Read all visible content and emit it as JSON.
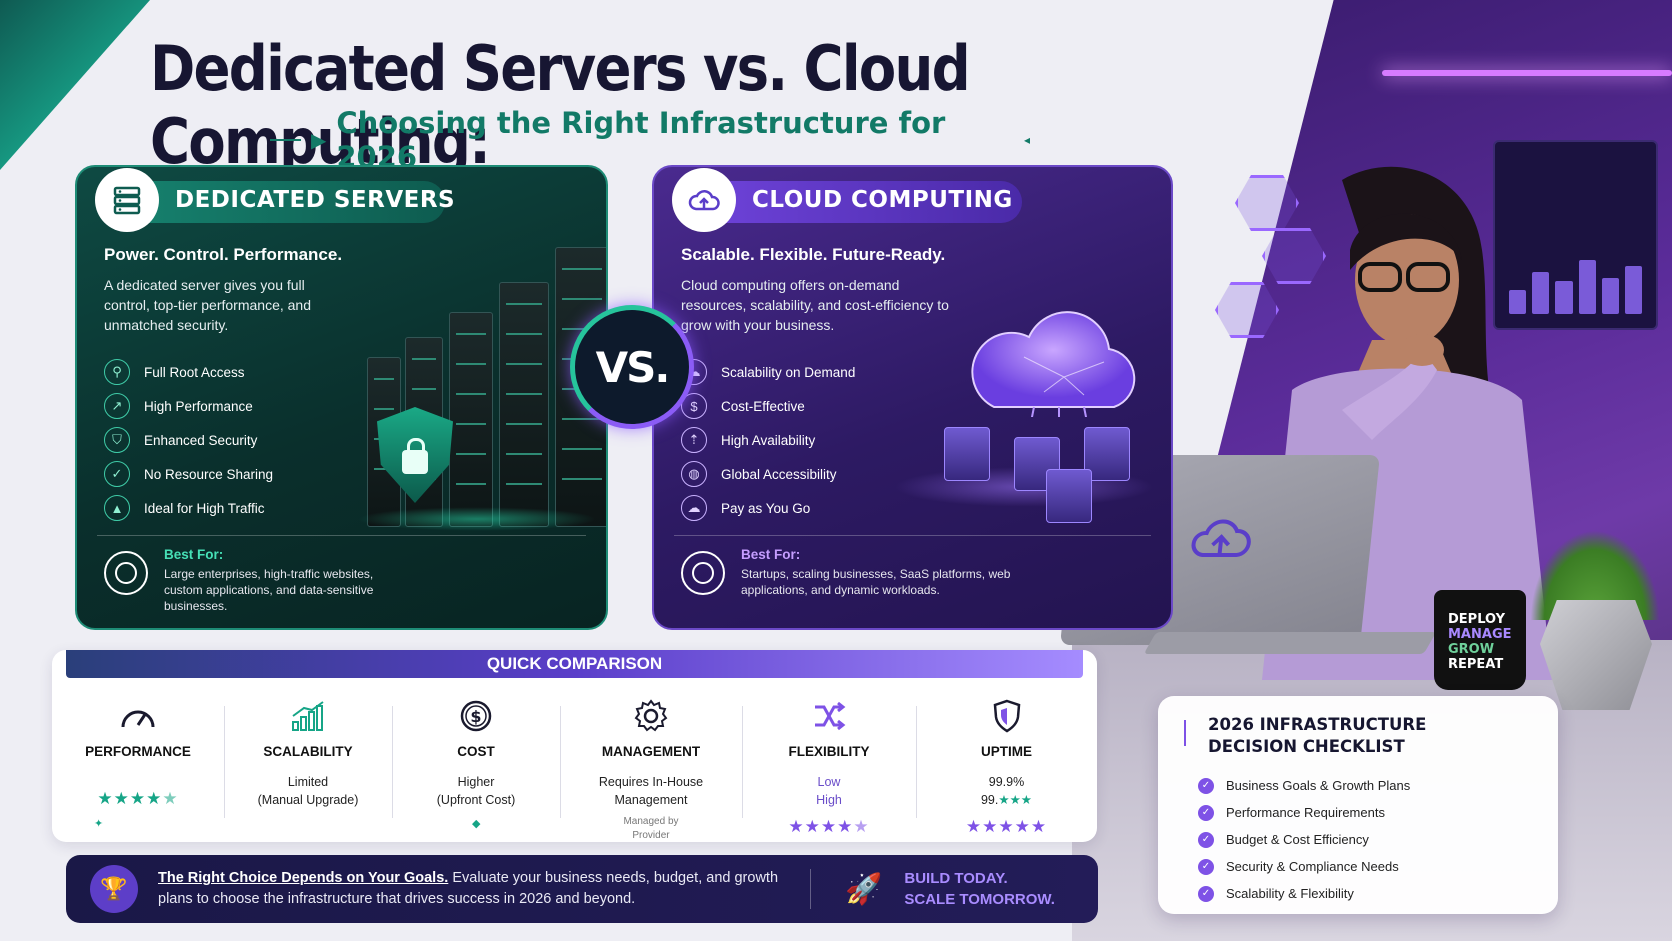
{
  "header": {
    "title": "Dedicated Servers vs. Cloud Computing:",
    "subtitle": "Choosing the Right Infrastructure for 2026"
  },
  "dedicated": {
    "title": "DEDICATED SERVERS",
    "tagline": "Power. Control. Performance.",
    "description": "A dedicated server gives you full control, top-tier performance, and unmatched security.",
    "features": [
      "Full Root Access",
      "High Performance",
      "Enhanced Security",
      "No Resource Sharing",
      "Ideal for High Traffic"
    ],
    "best_for_label": "Best For:",
    "best_for_text": "Large enterprises, high-traffic websites, custom applications, and data-sensitive businesses.",
    "accent_color": "#16806d"
  },
  "cloud": {
    "title": "CLOUD COMPUTING",
    "tagline": "Scalable. Flexible. Future-Ready.",
    "description": "Cloud computing offers on-demand resources, scalability, and cost-efficiency to grow with your business.",
    "features": [
      "Scalability on Demand",
      "Cost-Effective",
      "High Availability",
      "Global Accessibility",
      "Pay as You Go"
    ],
    "best_for_label": "Best For:",
    "best_for_text": "Startups, scaling businesses, SaaS platforms, web applications, and dynamic workloads.",
    "accent_color": "#6d42d8"
  },
  "vs_label": "VS.",
  "quick_comparison": {
    "title": "QUICK COMPARISON",
    "columns": [
      {
        "label": "PERFORMANCE",
        "icon": "gauge-icon",
        "stars": "★★★★",
        "half": "★"
      },
      {
        "label": "SCALABILITY",
        "icon": "growth-chart-icon",
        "line1": "Limited",
        "line2": "(Manual Upgrade)"
      },
      {
        "label": "COST",
        "icon": "dollar-coin-icon",
        "line1": "Higher",
        "line2": "(Upfront Cost)"
      },
      {
        "label": "MANAGEMENT",
        "icon": "gear-icon",
        "line1": "Requires In-House",
        "line2": "Management",
        "small1": "Managed by",
        "small2": "Provider"
      },
      {
        "label": "FLEXIBILITY",
        "icon": "shuffle-arrows-icon",
        "line1": "Low",
        "line2": "High",
        "stars": "★★★★",
        "half": "★"
      },
      {
        "label": "UPTIME",
        "icon": "shield-icon",
        "line1": "99.9%",
        "line2": "99.",
        "line2_stars": "★★★",
        "stars": "★★★★★"
      }
    ]
  },
  "banner": {
    "bold": "The Right Choice Depends on Your Goals.",
    "text": " Evaluate your business needs, budget, and growth plans to choose the infrastructure that drives success in 2026 and beyond.",
    "cta_line1": "BUILD TODAY.",
    "cta_line2": "SCALE TOMORROW."
  },
  "mug": {
    "line1": "DEPLOY",
    "line2": "MANAGE",
    "line3": "GROW",
    "line4": "REPEAT"
  },
  "checklist": {
    "title": "2026 INFRASTRUCTURE DECISION CHECKLIST",
    "items": [
      "Business Goals & Growth Plans",
      "Performance Requirements",
      "Budget & Cost Efficiency",
      "Security & Compliance Needs",
      "Scalability & Flexibility"
    ]
  }
}
